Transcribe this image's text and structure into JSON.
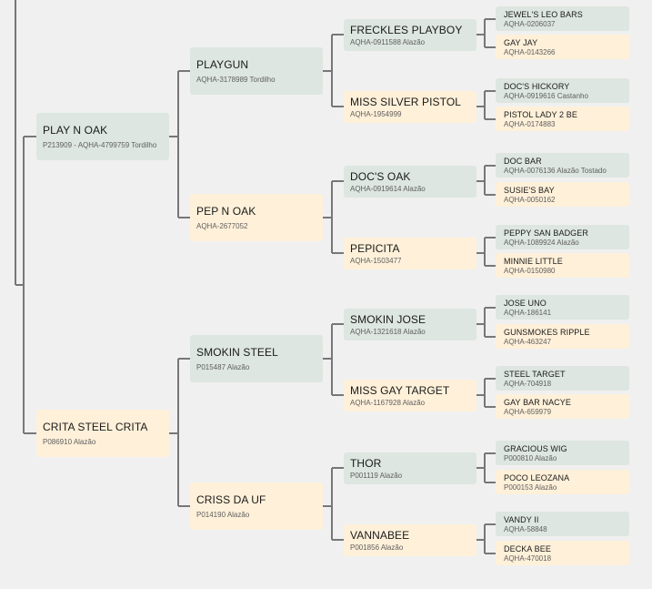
{
  "tree": {
    "sire": {
      "name": "PLAY N OAK",
      "info": "P213909 - AQHA-4799759 Tordilho",
      "sire": {
        "name": "PLAYGUN",
        "info": "AQHA-3178989 Tordilho",
        "sire": {
          "name": "FRECKLES PLAYBOY",
          "info": "AQHA-0911588 Alazão",
          "sire": {
            "name": "JEWEL'S LEO BARS",
            "info": "AQHA-0206037"
          },
          "dam": {
            "name": "GAY JAY",
            "info": "AQHA-0143266"
          }
        },
        "dam": {
          "name": "MISS SILVER PISTOL",
          "info": "AQHA-1954999",
          "sire": {
            "name": "DOC'S HICKORY",
            "info": "AQHA-0919616 Castanho"
          },
          "dam": {
            "name": "PISTOL LADY 2 BE",
            "info": "AQHA-0174883"
          }
        }
      },
      "dam": {
        "name": "PEP N OAK",
        "info": "AQHA-2677052",
        "sire": {
          "name": "DOC'S OAK",
          "info": "AQHA-0919614 Alazão",
          "sire": {
            "name": "DOC BAR",
            "info": "AQHA-0076136 Alazão Tostado"
          },
          "dam": {
            "name": "SUSIE'S BAY",
            "info": "AQHA-0050162"
          }
        },
        "dam": {
          "name": "PEPICITA",
          "info": "AQHA-1503477",
          "sire": {
            "name": "PEPPY SAN BADGER",
            "info": "AQHA-1089924 Alazão"
          },
          "dam": {
            "name": "MINNIE LITTLE",
            "info": "AQHA-0150980"
          }
        }
      }
    },
    "dam": {
      "name": "CRITA STEEL CRITA",
      "info": "P086910 Alazão",
      "sire": {
        "name": "SMOKIN STEEL",
        "info": "P015487 Alazão",
        "sire": {
          "name": "SMOKIN JOSE",
          "info": "AQHA-1321618 Alazão",
          "sire": {
            "name": "JOSE UNO",
            "info": "AQHA-186141"
          },
          "dam": {
            "name": "GUNSMOKES RIPPLE",
            "info": "AQHA-463247"
          }
        },
        "dam": {
          "name": "MISS GAY TARGET",
          "info": "AQHA-1167928 Alazão",
          "sire": {
            "name": "STEEL TARGET",
            "info": "AQHA-704918"
          },
          "dam": {
            "name": "GAY BAR NACYE",
            "info": "AQHA-659979"
          }
        }
      },
      "dam": {
        "name": "CRISS DA UF",
        "info": "P014190 Alazão",
        "sire": {
          "name": "THOR",
          "info": "P001119 Alazão",
          "sire": {
            "name": "GRACIOUS WIG",
            "info": "P000810 Alazão"
          },
          "dam": {
            "name": "POCO LEOZANA",
            "info": "P000153 Alazão"
          }
        },
        "dam": {
          "name": "VANNABEE",
          "info": "P001856 Alazão",
          "sire": {
            "name": "VANDY II",
            "info": "AQHA-58848"
          },
          "dam": {
            "name": "DECKA BEE",
            "info": "AQHA-470018"
          }
        }
      }
    }
  },
  "colors": {
    "sire_bg": "#dde6e0",
    "dam_bg": "#fff0d9",
    "line": "#777777"
  }
}
